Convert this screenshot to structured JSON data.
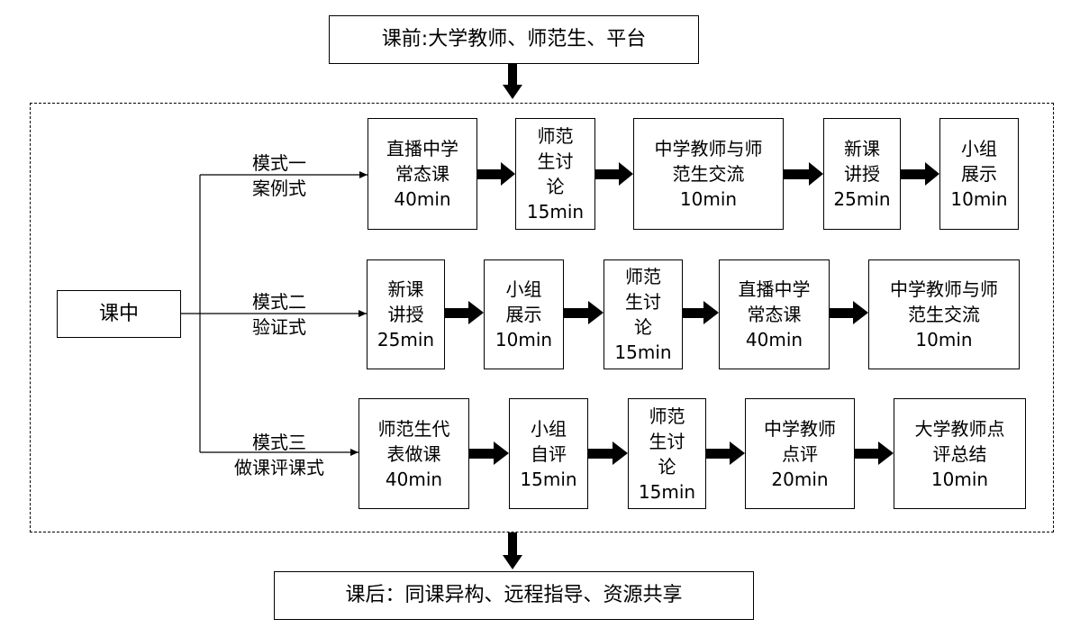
{
  "before_class": "课前:大学教师、师范生、平台",
  "in_class": "课中",
  "after_class": "课后：同课异构、远程指导、资源共享",
  "modes": [
    {
      "label": [
        "模式一",
        "案例式"
      ],
      "steps": [
        {
          "lines": [
            "直播中学",
            "常态课",
            "40min"
          ]
        },
        {
          "lines": [
            "师范",
            "生讨",
            "论",
            "15min"
          ]
        },
        {
          "lines": [
            "中学教师与师",
            "范生交流",
            "10min"
          ]
        },
        {
          "lines": [
            "新课",
            "讲授",
            "25min"
          ]
        },
        {
          "lines": [
            "小组",
            "展示",
            "10min"
          ]
        }
      ]
    },
    {
      "label": [
        "模式二",
        "验证式"
      ],
      "steps": [
        {
          "lines": [
            "新课",
            "讲授",
            "25min"
          ]
        },
        {
          "lines": [
            "小组",
            "展示",
            "10min"
          ]
        },
        {
          "lines": [
            "师范",
            "生讨",
            "论",
            "15min"
          ]
        },
        {
          "lines": [
            "直播中学",
            "常态课",
            "40min"
          ]
        },
        {
          "lines": [
            "中学教师与师",
            "范生交流",
            "10min"
          ]
        }
      ]
    },
    {
      "label": [
        "模式三",
        "做课评课式"
      ],
      "steps": [
        {
          "lines": [
            "师范生代",
            "表做课",
            "40min"
          ]
        },
        {
          "lines": [
            "小组",
            "自评",
            "15min"
          ]
        },
        {
          "lines": [
            "师范",
            "生讨",
            "论",
            "15min"
          ]
        },
        {
          "lines": [
            "中学教师",
            "点评",
            "20min"
          ]
        },
        {
          "lines": [
            "大学教师点",
            "评总结",
            "10min"
          ]
        }
      ]
    }
  ]
}
